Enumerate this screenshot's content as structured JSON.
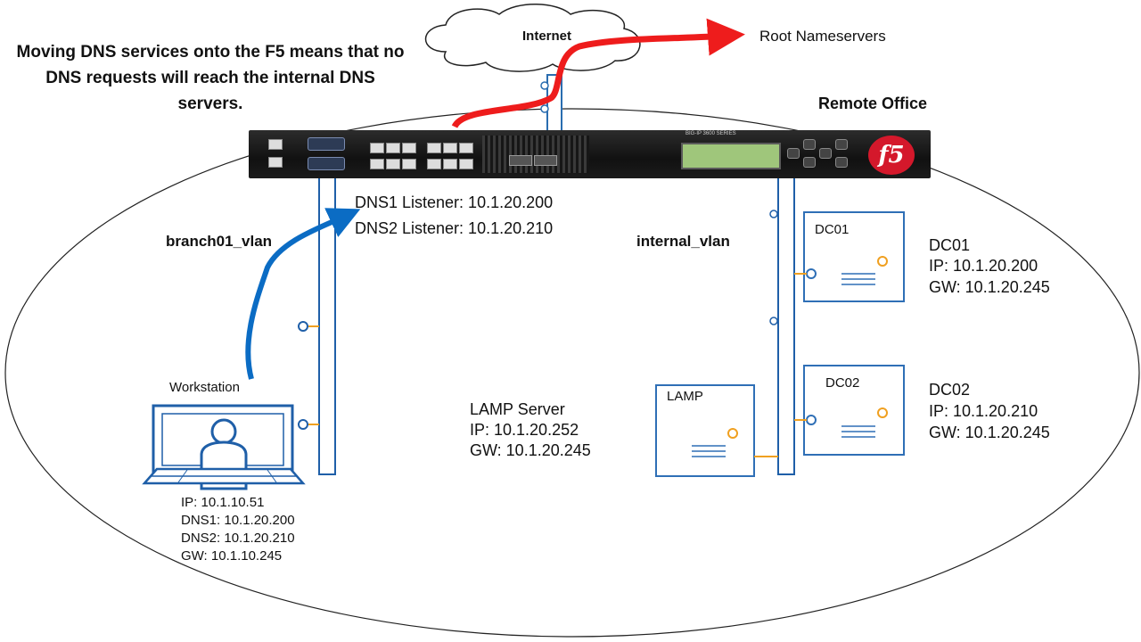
{
  "caption": "Moving DNS services onto the F5 means that no DNS requests will reach the internal DNS servers.",
  "internet_label": "Internet",
  "root_nameservers_label": "Root Nameservers",
  "remote_office_label": "Remote Office",
  "device": {
    "model_text": "BIG-IP 3600 SERIES",
    "logo_text": "f5"
  },
  "branch_vlan_label": "branch01_vlan",
  "internal_vlan_label": "internal_vlan",
  "listeners": [
    "DNS1 Listener: 10.1.20.200",
    "DNS2 Listener: 10.1.20.210"
  ],
  "workstation": {
    "label": "Workstation",
    "info": [
      "IP: 10.1.10.51",
      "DNS1: 10.1.20.200",
      "DNS2: 10.1.20.210",
      "GW: 10.1.10.245"
    ]
  },
  "lamp": {
    "box_label": "LAMP",
    "info": [
      "LAMP Server",
      "IP: 10.1.20.252",
      "GW: 10.1.20.245"
    ]
  },
  "dc01": {
    "box_label": "DC01",
    "info": [
      "DC01",
      "IP: 10.1.20.200",
      "GW: 10.1.20.245"
    ]
  },
  "dc02": {
    "box_label": "DC02",
    "info": [
      "DC02",
      "IP: 10.1.20.210",
      "GW: 10.1.20.245"
    ]
  },
  "colors": {
    "server_outline": "#2f6fb6",
    "orange_accent": "#f0a020",
    "red_arrow": "#ee1c1c",
    "blue_arrow": "#0b6cc4"
  }
}
